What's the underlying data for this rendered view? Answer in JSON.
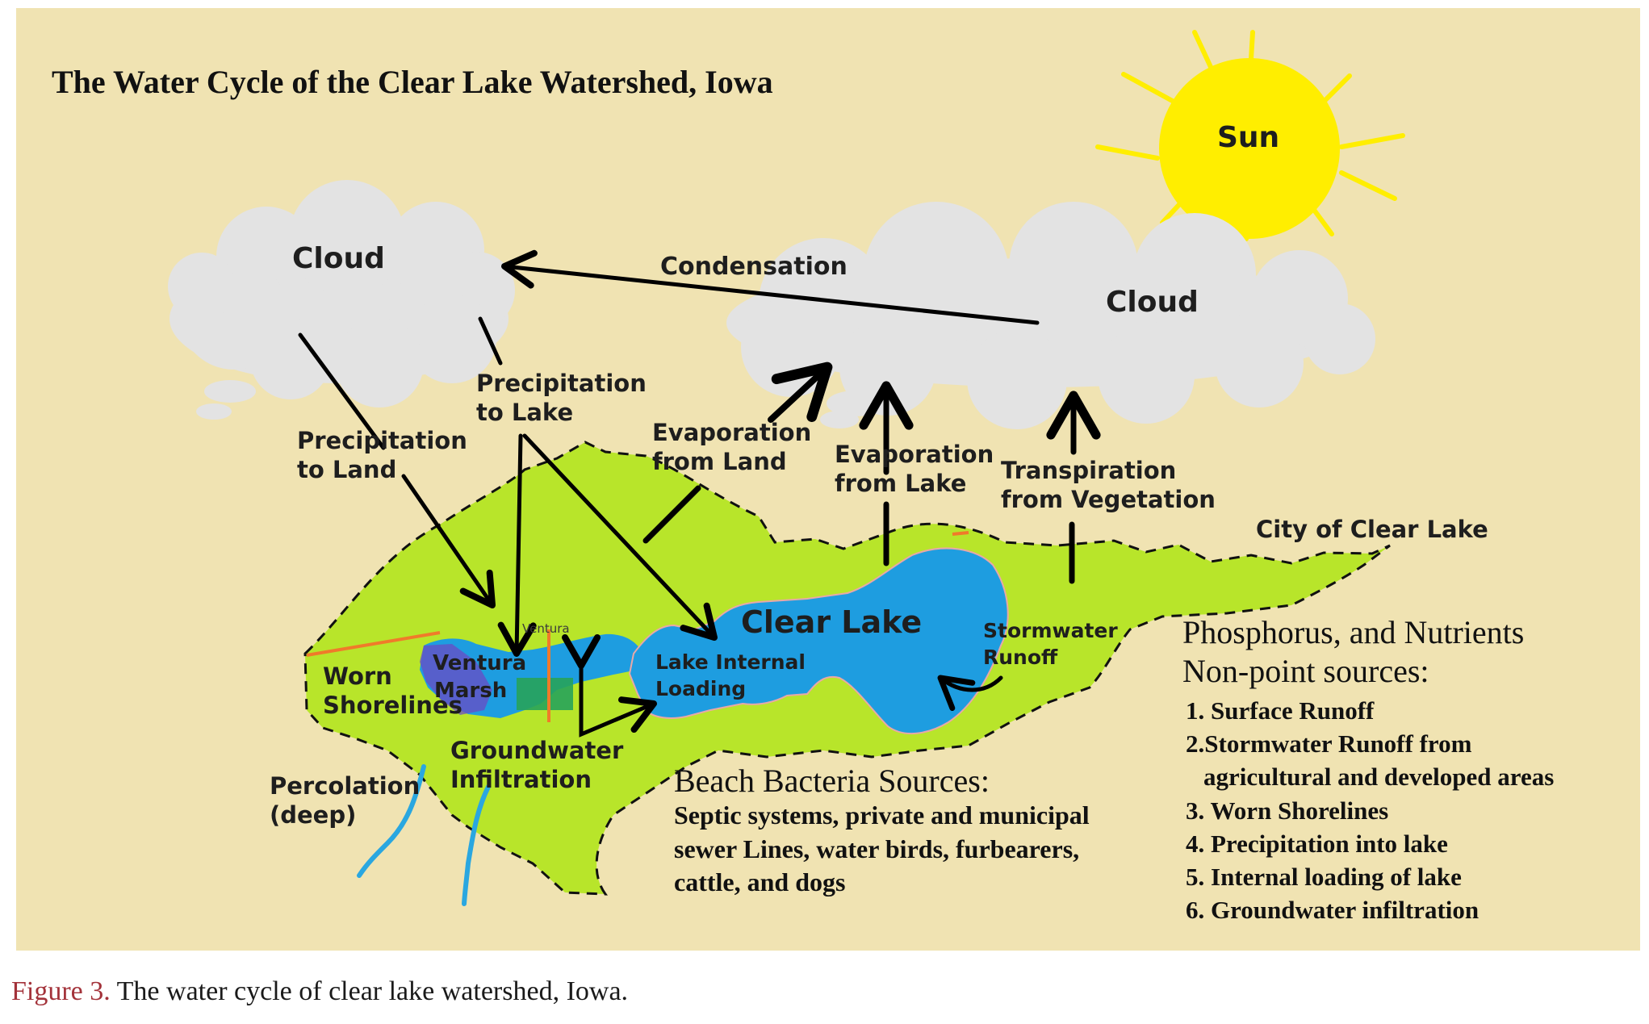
{
  "title": "The Water Cycle of the Clear Lake Watershed, Iowa",
  "labels": {
    "sun": "Sun",
    "cloud_left": "Cloud",
    "cloud_right": "Cloud",
    "condensation": "Condensation",
    "precip_land": [
      "Precipitation",
      "to Land"
    ],
    "precip_lake": [
      "Precipitation",
      "to Lake"
    ],
    "evap_land": [
      "Evaporation",
      "from Land"
    ],
    "evap_lake": [
      "Evaporation",
      "from Lake"
    ],
    "transpiration": [
      "Transpiration",
      "from Vegetation"
    ],
    "city": "City of Clear Lake",
    "clear_lake": "Clear Lake",
    "stormwater": [
      "Stormwater",
      "Runoff"
    ],
    "lake_loading": [
      "Lake Internal",
      "Loading"
    ],
    "ventura_marsh": [
      "Ventura",
      "Marsh"
    ],
    "ventura_town": "Ventura",
    "worn_shorelines": [
      "Worn",
      "Shorelines"
    ],
    "groundwater": [
      "Groundwater",
      "Infiltration"
    ],
    "percolation": [
      "Percolation",
      "(deep)"
    ]
  },
  "bacteria": {
    "heading": "Beach Bacteria Sources:",
    "lines": [
      "Septic systems, private and municipal",
      "sewer Lines, water birds, furbearers,",
      "cattle, and dogs"
    ]
  },
  "phosphorus": {
    "heading": [
      "Phosphorus, and Nutrients",
      "Non-point sources:"
    ],
    "items": [
      "1. Surface Runoff",
      "2.Stormwater Runoff from",
      "agricultural and developed areas",
      "3. Worn Shorelines",
      "4. Precipitation into lake",
      "5. Internal loading of lake",
      "6. Groundwater infiltration"
    ]
  },
  "caption": {
    "figure": "Figure 3.",
    "text": " The water cycle of clear lake watershed, Iowa."
  },
  "colors": {
    "background": "#f0e3b2",
    "land": "#b8e52a",
    "lake": "#1e9de0",
    "cloud": "#e3e3e3",
    "sun": "#ffee00",
    "caption_figure": "#a3323a"
  }
}
